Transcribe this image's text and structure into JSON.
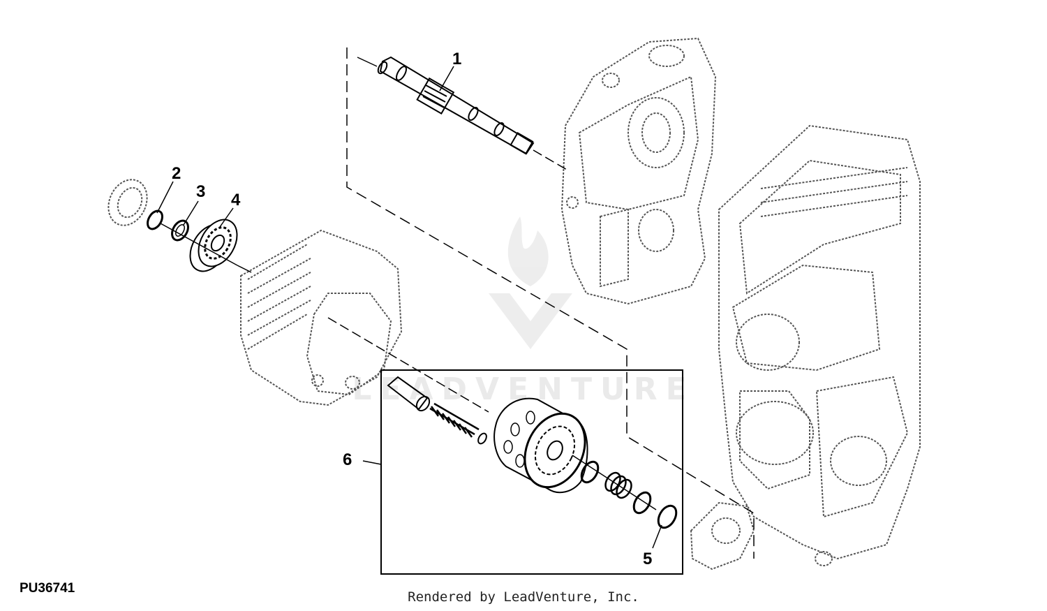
{
  "diagram": {
    "document_id": "PU36741",
    "credit": "Rendered by LeadVenture, Inc.",
    "watermark": "LEADVENTURE",
    "callouts": [
      {
        "id": 1,
        "label": "1"
      },
      {
        "id": 2,
        "label": "2"
      },
      {
        "id": 3,
        "label": "3"
      },
      {
        "id": 4,
        "label": "4"
      },
      {
        "id": 5,
        "label": "5"
      },
      {
        "id": 6,
        "label": "6"
      }
    ]
  },
  "colors": {
    "line": "#000000",
    "phantom": "#555555",
    "watermark": "#e6e6e6",
    "background": "#ffffff"
  }
}
